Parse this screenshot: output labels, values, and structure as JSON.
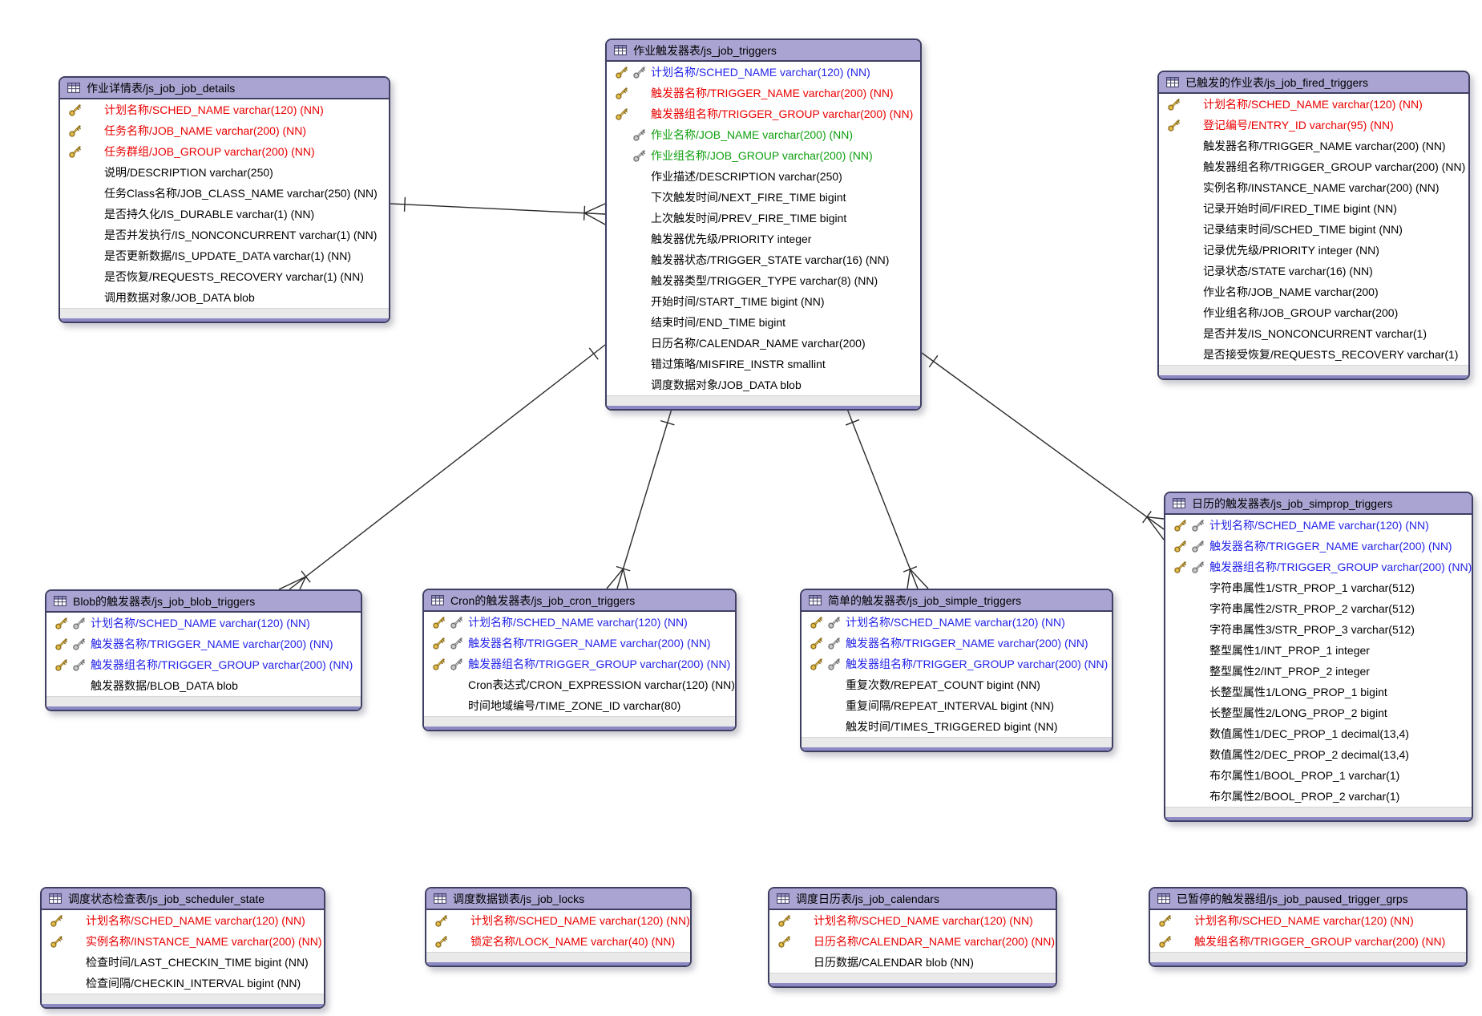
{
  "app": {
    "background": "#ffffff"
  },
  "colors": {
    "header_bg": "#aaa4d2",
    "table_border": "#3f3f63",
    "footer_gray": "#e9e9e9",
    "footer_accent": "#8d89c4",
    "pk_red": "#ea0000",
    "fk_blue": "#2424e9",
    "fk_green": "#0d9f0d",
    "text_black": "#000000",
    "key_gold": "#e3bc4a",
    "key_gray": "#c9c9c9",
    "line_color": "#2a2a2a"
  },
  "icons": {
    "table_icon": "table-grid-icon",
    "primary_key_icon": "gold-key-icon",
    "foreign_key_icon": "gray-key-icon"
  },
  "diagram": {
    "tables": [
      {
        "id": "js_job_job_details",
        "title": "作业详情表/js_job_job_details",
        "fields": [
          {
            "label": "计划名称/SCHED_NAME varchar(120) (NN)",
            "style": "red",
            "keys": "G-"
          },
          {
            "label": "任务名称/JOB_NAME varchar(200) (NN)",
            "style": "red",
            "keys": "G-"
          },
          {
            "label": "任务群组/JOB_GROUP varchar(200) (NN)",
            "style": "red",
            "keys": "G-"
          },
          {
            "label": "说明/DESCRIPTION varchar(250)",
            "style": "black",
            "keys": "--"
          },
          {
            "label": "任务Class名称/JOB_CLASS_NAME varchar(250) (NN)",
            "style": "black",
            "keys": "--"
          },
          {
            "label": "是否持久化/IS_DURABLE varchar(1) (NN)",
            "style": "black",
            "keys": "--"
          },
          {
            "label": "是否并发执行/IS_NONCONCURRENT varchar(1) (NN)",
            "style": "black",
            "keys": "--"
          },
          {
            "label": "是否更新数据/IS_UPDATE_DATA varchar(1) (NN)",
            "style": "black",
            "keys": "--"
          },
          {
            "label": "是否恢复/REQUESTS_RECOVERY varchar(1) (NN)",
            "style": "black",
            "keys": "--"
          },
          {
            "label": "调用数据对象/JOB_DATA blob",
            "style": "black",
            "keys": "--"
          }
        ]
      },
      {
        "id": "js_job_triggers",
        "title": "作业触发器表/js_job_triggers",
        "fields": [
          {
            "label": "计划名称/SCHED_NAME varchar(120) (NN)",
            "style": "blue",
            "keys": "GS"
          },
          {
            "label": "触发器名称/TRIGGER_NAME varchar(200) (NN)",
            "style": "red",
            "keys": "G-"
          },
          {
            "label": "触发器组名称/TRIGGER_GROUP varchar(200) (NN)",
            "style": "red",
            "keys": "G-"
          },
          {
            "label": "作业名称/JOB_NAME varchar(200) (NN)",
            "style": "green",
            "keys": "-S"
          },
          {
            "label": "作业组名称/JOB_GROUP varchar(200) (NN)",
            "style": "green",
            "keys": "-S"
          },
          {
            "label": "作业描述/DESCRIPTION varchar(250)",
            "style": "black",
            "keys": "--"
          },
          {
            "label": "下次触发时间/NEXT_FIRE_TIME bigint",
            "style": "black",
            "keys": "--"
          },
          {
            "label": "上次触发时间/PREV_FIRE_TIME bigint",
            "style": "black",
            "keys": "--"
          },
          {
            "label": "触发器优先级/PRIORITY integer",
            "style": "black",
            "keys": "--"
          },
          {
            "label": "触发器状态/TRIGGER_STATE varchar(16) (NN)",
            "style": "black",
            "keys": "--"
          },
          {
            "label": "触发器类型/TRIGGER_TYPE varchar(8) (NN)",
            "style": "black",
            "keys": "--"
          },
          {
            "label": "开始时间/START_TIME bigint (NN)",
            "style": "black",
            "keys": "--"
          },
          {
            "label": "结束时间/END_TIME bigint",
            "style": "black",
            "keys": "--"
          },
          {
            "label": "日历名称/CALENDAR_NAME varchar(200)",
            "style": "black",
            "keys": "--"
          },
          {
            "label": "错过策略/MISFIRE_INSTR smallint",
            "style": "black",
            "keys": "--"
          },
          {
            "label": "调度数据对象/JOB_DATA blob",
            "style": "black",
            "keys": "--"
          }
        ]
      },
      {
        "id": "js_job_fired_triggers",
        "title": "已触发的作业表/js_job_fired_triggers",
        "fields": [
          {
            "label": "计划名称/SCHED_NAME varchar(120) (NN)",
            "style": "red",
            "keys": "G-"
          },
          {
            "label": "登记编号/ENTRY_ID varchar(95) (NN)",
            "style": "red",
            "keys": "G-"
          },
          {
            "label": "触发器名称/TRIGGER_NAME varchar(200) (NN)",
            "style": "black",
            "keys": "--"
          },
          {
            "label": "触发器组名称/TRIGGER_GROUP varchar(200) (NN)",
            "style": "black",
            "keys": "--"
          },
          {
            "label": "实例名称/INSTANCE_NAME varchar(200) (NN)",
            "style": "black",
            "keys": "--"
          },
          {
            "label": "记录开始时间/FIRED_TIME bigint (NN)",
            "style": "black",
            "keys": "--"
          },
          {
            "label": "记录结束时间/SCHED_TIME bigint (NN)",
            "style": "black",
            "keys": "--"
          },
          {
            "label": "记录优先级/PRIORITY integer (NN)",
            "style": "black",
            "keys": "--"
          },
          {
            "label": "记录状态/STATE varchar(16) (NN)",
            "style": "black",
            "keys": "--"
          },
          {
            "label": "作业名称/JOB_NAME varchar(200)",
            "style": "black",
            "keys": "--"
          },
          {
            "label": "作业组名称/JOB_GROUP varchar(200)",
            "style": "black",
            "keys": "--"
          },
          {
            "label": "是否并发/IS_NONCONCURRENT varchar(1)",
            "style": "black",
            "keys": "--"
          },
          {
            "label": "是否接受恢复/REQUESTS_RECOVERY varchar(1)",
            "style": "black",
            "keys": "--"
          }
        ]
      },
      {
        "id": "js_job_blob_triggers",
        "title": "Blob的触发器表/js_job_blob_triggers",
        "fields": [
          {
            "label": "计划名称/SCHED_NAME varchar(120) (NN)",
            "style": "blue",
            "keys": "GS"
          },
          {
            "label": "触发器名称/TRIGGER_NAME varchar(200) (NN)",
            "style": "blue",
            "keys": "GS"
          },
          {
            "label": "触发器组名称/TRIGGER_GROUP varchar(200) (NN)",
            "style": "blue",
            "keys": "GS"
          },
          {
            "label": "触发器数据/BLOB_DATA blob",
            "style": "black",
            "keys": "--"
          }
        ]
      },
      {
        "id": "js_job_cron_triggers",
        "title": "Cron的触发器表/js_job_cron_triggers",
        "fields": [
          {
            "label": "计划名称/SCHED_NAME varchar(120) (NN)",
            "style": "blue",
            "keys": "GS"
          },
          {
            "label": "触发器名称/TRIGGER_NAME varchar(200) (NN)",
            "style": "blue",
            "keys": "GS"
          },
          {
            "label": "触发器组名称/TRIGGER_GROUP varchar(200) (NN)",
            "style": "blue",
            "keys": "GS"
          },
          {
            "label": "Cron表达式/CRON_EXPRESSION varchar(120) (NN)",
            "style": "black",
            "keys": "--"
          },
          {
            "label": "时间地域编号/TIME_ZONE_ID varchar(80)",
            "style": "black",
            "keys": "--"
          }
        ]
      },
      {
        "id": "js_job_simple_triggers",
        "title": "简单的触发器表/js_job_simple_triggers",
        "fields": [
          {
            "label": "计划名称/SCHED_NAME varchar(120) (NN)",
            "style": "blue",
            "keys": "GS"
          },
          {
            "label": "触发器名称/TRIGGER_NAME varchar(200) (NN)",
            "style": "blue",
            "keys": "GS"
          },
          {
            "label": "触发器组名称/TRIGGER_GROUP varchar(200) (NN)",
            "style": "blue",
            "keys": "GS"
          },
          {
            "label": "重复次数/REPEAT_COUNT bigint (NN)",
            "style": "black",
            "keys": "--"
          },
          {
            "label": "重复间隔/REPEAT_INTERVAL bigint (NN)",
            "style": "black",
            "keys": "--"
          },
          {
            "label": "触发时间/TIMES_TRIGGERED bigint (NN)",
            "style": "black",
            "keys": "--"
          }
        ]
      },
      {
        "id": "js_job_simprop_triggers",
        "title": "日历的触发器表/js_job_simprop_triggers",
        "fields": [
          {
            "label": "计划名称/SCHED_NAME varchar(120) (NN)",
            "style": "blue",
            "keys": "GS"
          },
          {
            "label": "触发器名称/TRIGGER_NAME varchar(200) (NN)",
            "style": "blue",
            "keys": "GS"
          },
          {
            "label": "触发器组名称/TRIGGER_GROUP varchar(200) (NN)",
            "style": "blue",
            "keys": "GS"
          },
          {
            "label": "字符串属性1/STR_PROP_1 varchar(512)",
            "style": "black",
            "keys": "--"
          },
          {
            "label": "字符串属性2/STR_PROP_2 varchar(512)",
            "style": "black",
            "keys": "--"
          },
          {
            "label": "字符串属性3/STR_PROP_3 varchar(512)",
            "style": "black",
            "keys": "--"
          },
          {
            "label": "整型属性1/INT_PROP_1 integer",
            "style": "black",
            "keys": "--"
          },
          {
            "label": "整型属性2/INT_PROP_2 integer",
            "style": "black",
            "keys": "--"
          },
          {
            "label": "长整型属性1/LONG_PROP_1 bigint",
            "style": "black",
            "keys": "--"
          },
          {
            "label": "长整型属性2/LONG_PROP_2 bigint",
            "style": "black",
            "keys": "--"
          },
          {
            "label": "数值属性1/DEC_PROP_1 decimal(13,4)",
            "style": "black",
            "keys": "--"
          },
          {
            "label": "数值属性2/DEC_PROP_2 decimal(13,4)",
            "style": "black",
            "keys": "--"
          },
          {
            "label": "布尔属性1/BOOL_PROP_1 varchar(1)",
            "style": "black",
            "keys": "--"
          },
          {
            "label": "布尔属性2/BOOL_PROP_2 varchar(1)",
            "style": "black",
            "keys": "--"
          }
        ]
      },
      {
        "id": "js_job_scheduler_state",
        "title": "调度状态检查表/js_job_scheduler_state",
        "fields": [
          {
            "label": "计划名称/SCHED_NAME varchar(120) (NN)",
            "style": "red",
            "keys": "G-"
          },
          {
            "label": "实例名称/INSTANCE_NAME varchar(200) (NN)",
            "style": "red",
            "keys": "G-"
          },
          {
            "label": "检查时间/LAST_CHECKIN_TIME bigint (NN)",
            "style": "black",
            "keys": "--"
          },
          {
            "label": "检查间隔/CHECKIN_INTERVAL bigint (NN)",
            "style": "black",
            "keys": "--"
          }
        ]
      },
      {
        "id": "js_job_locks",
        "title": "调度数据锁表/js_job_locks",
        "fields": [
          {
            "label": "计划名称/SCHED_NAME varchar(120) (NN)",
            "style": "red",
            "keys": "G-"
          },
          {
            "label": "锁定名称/LOCK_NAME varchar(40) (NN)",
            "style": "red",
            "keys": "G-"
          }
        ]
      },
      {
        "id": "js_job_calendars",
        "title": "调度日历表/js_job_calendars",
        "fields": [
          {
            "label": "计划名称/SCHED_NAME varchar(120) (NN)",
            "style": "red",
            "keys": "G-"
          },
          {
            "label": "日历名称/CALENDAR_NAME varchar(200) (NN)",
            "style": "red",
            "keys": "G-"
          },
          {
            "label": "日历数据/CALENDAR blob (NN)",
            "style": "black",
            "keys": "--"
          }
        ]
      },
      {
        "id": "js_job_paused_trigger_grps",
        "title": "已暂停的触发器组/js_job_paused_trigger_grps",
        "fields": [
          {
            "label": "计划名称/SCHED_NAME varchar(120) (NN)",
            "style": "red",
            "keys": "G-"
          },
          {
            "label": "触发组名称/TRIGGER_GROUP varchar(200) (NN)",
            "style": "red",
            "keys": "G-"
          }
        ]
      }
    ],
    "relationships": [
      {
        "from": "js_job_job_details",
        "to": "js_job_triggers",
        "from_cardinality": "one",
        "to_cardinality": "many"
      },
      {
        "from": "js_job_triggers",
        "to": "js_job_blob_triggers",
        "from_cardinality": "one",
        "to_cardinality": "many"
      },
      {
        "from": "js_job_triggers",
        "to": "js_job_cron_triggers",
        "from_cardinality": "one",
        "to_cardinality": "many"
      },
      {
        "from": "js_job_triggers",
        "to": "js_job_simple_triggers",
        "from_cardinality": "one",
        "to_cardinality": "many"
      },
      {
        "from": "js_job_triggers",
        "to": "js_job_simprop_triggers",
        "from_cardinality": "one",
        "to_cardinality": "many"
      }
    ]
  }
}
